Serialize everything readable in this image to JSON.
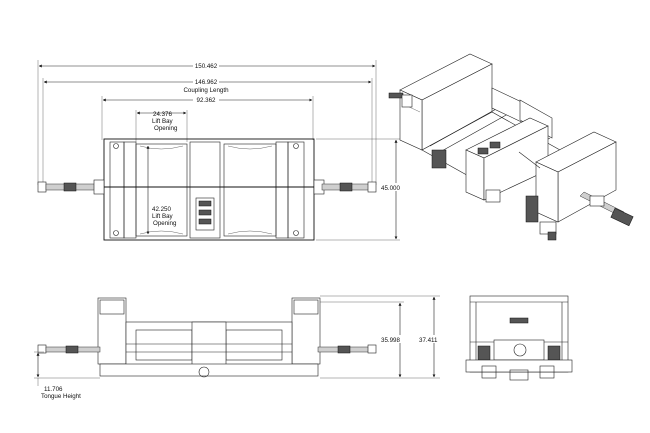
{
  "dimensions": {
    "overall_width": "150.462",
    "coupling_length_value": "146.962",
    "coupling_length_label": "Coupling Length",
    "inner_width": "92.362",
    "lift_bay_opening_width": "24.376",
    "lift_bay_opening_label_1": "Lift Bay",
    "lift_bay_opening_label_2": "Opening",
    "lift_bay_opening_depth": "42.250",
    "lift_bay_depth_label_1": "Lift Bay",
    "lift_bay_depth_label_2": "Opening",
    "overall_depth": "45.000",
    "front_height": "35.998",
    "overall_height": "37.411",
    "tongue_height_value": "11.706",
    "tongue_height_label": "Tongue Height"
  }
}
